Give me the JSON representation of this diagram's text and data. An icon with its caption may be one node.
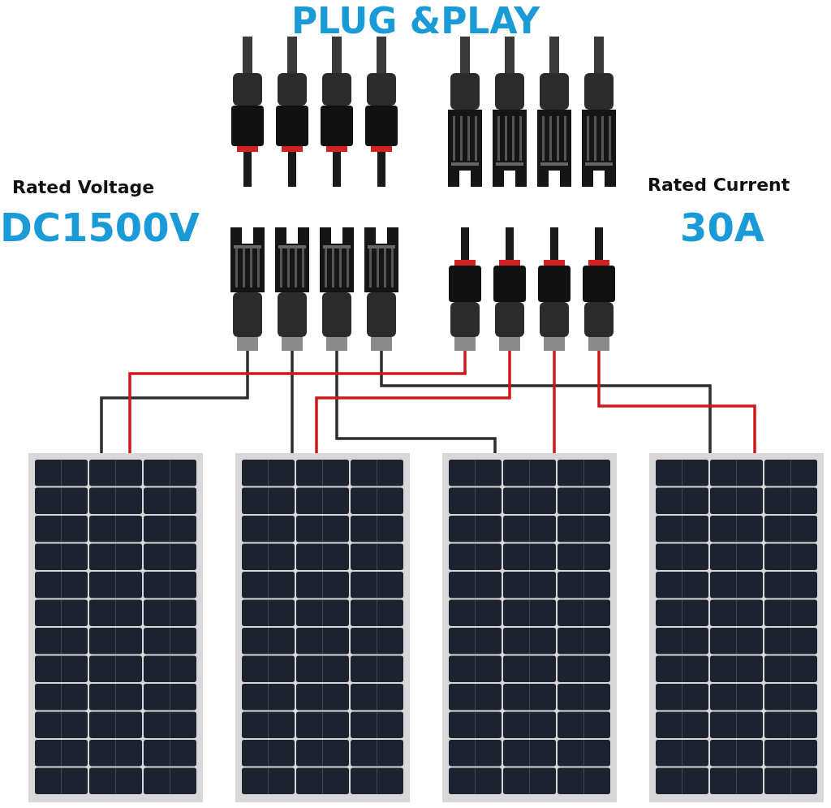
{
  "diagram": {
    "title": "PLUG &PLAY",
    "nodes": [
      {
        "text": [],
        "shape": "picture"
      },
      {
        "text": [],
        "shape": "picture"
      },
      {
        "text": [],
        "shape": "picture"
      },
      {
        "text": [],
        "shape": "picture"
      },
      {
        "text": [],
        "shape": "picture"
      },
      {
        "text": [],
        "shape": "picture"
      },
      {
        "text": [],
        "shape": "picture"
      },
      {
        "text": [],
        "shape": "picture"
      },
      {
        "text": [],
        "shape": "picture"
      },
      {
        "text": [],
        "shape": "picture"
      },
      {
        "text": [],
        "shape": "picture"
      },
      {
        "text": [],
        "shape": "picture"
      },
      {
        "text": [],
        "shape": "picture"
      },
      {
        "text": [],
        "shape": "picture"
      },
      {
        "text": [],
        "shape": "picture"
      },
      {
        "text": [],
        "shape": "picture"
      },
      {
        "text": [],
        "shape": "picture"
      },
      {
        "text": [],
        "shape": "picture"
      },
      {
        "text": [],
        "shape": "picture"
      },
      {
        "text": [],
        "shape": "picture"
      }
    ],
    "edges": [
      {
        "from": 8,
        "to": 16,
        "arrow": "none"
      },
      {
        "from": 9,
        "to": 17,
        "arrow": "none"
      },
      {
        "from": 10,
        "to": 18,
        "arrow": "none"
      },
      {
        "from": 11,
        "to": 19,
        "arrow": "none"
      },
      {
        "from": 12,
        "to": 16,
        "arrow": "none",
        "color": "#cc1a1a"
      },
      {
        "from": 13,
        "to": 17,
        "arrow": "none",
        "color": "#cc1a1a"
      },
      {
        "from": 14,
        "to": 18,
        "arrow": "none",
        "color": "#cc1a1a"
      },
      {
        "from": 15,
        "to": 19,
        "arrow": "none",
        "color": "#cc1a1a"
      }
    ],
    "labels": [
      "Rated Voltage",
      "DC1500V",
      "Rated Current",
      "30A"
    ]
  }
}
